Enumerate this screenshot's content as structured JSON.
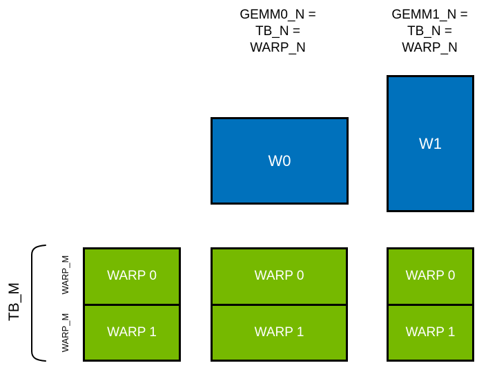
{
  "colors": {
    "tile_blue": "#0071BC",
    "tile_green": "#76B900",
    "border_black": "#000000",
    "text_white": "#FFFFFF",
    "text_black": "#000000",
    "background": "#FFFFFF"
  },
  "header_labels": [
    {
      "text": "GEMM0_N =\nTB_N =\nWARP_N"
    },
    {
      "text": "GEMM1_N =\nTB_N =\nWARP_N"
    }
  ],
  "blue_tiles": [
    {
      "label": "W0"
    },
    {
      "label": "W1"
    }
  ],
  "left_annotations": {
    "tb_label": "TB_M",
    "row_labels": [
      "WARP_M",
      "WARP_M"
    ]
  },
  "warp_columns": [
    {
      "cells": [
        "WARP 0",
        "WARP 1"
      ]
    },
    {
      "cells": [
        "WARP 0",
        "WARP 1"
      ]
    },
    {
      "cells": [
        "WARP 0",
        "WARP 1"
      ]
    }
  ]
}
